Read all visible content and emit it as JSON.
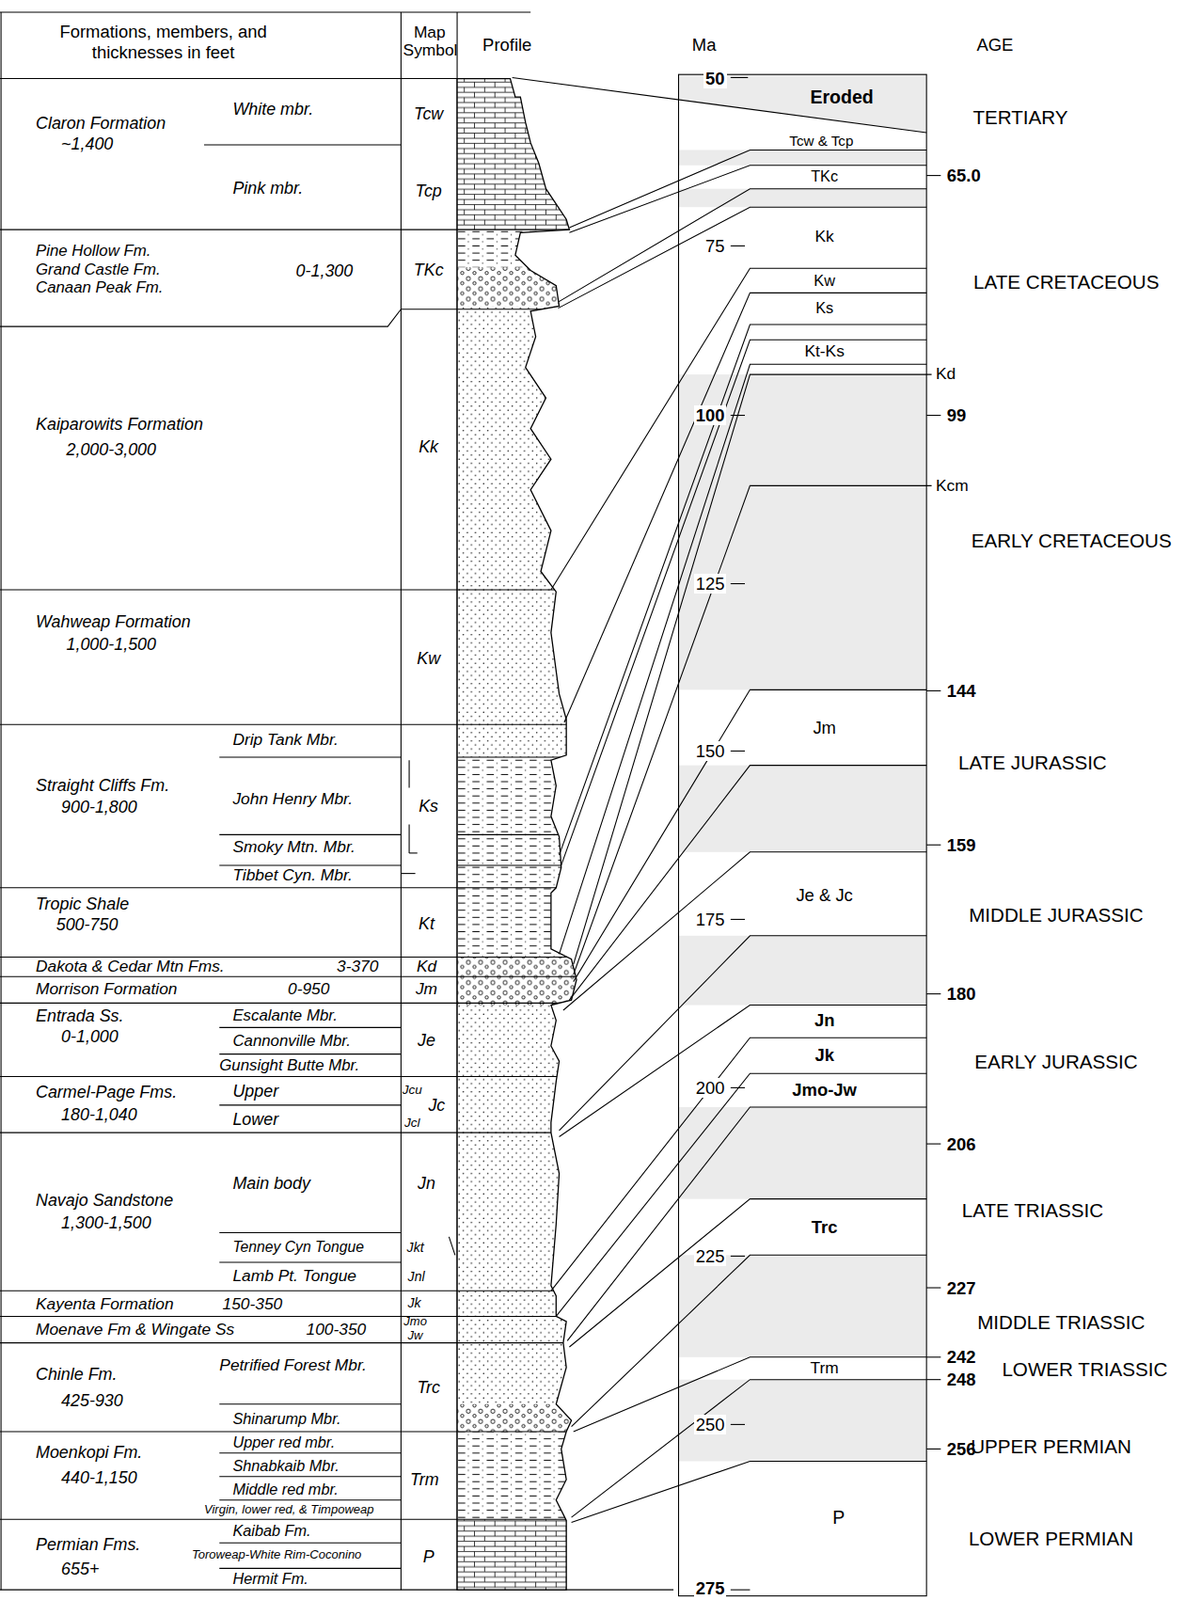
{
  "diagram": {
    "labels": [
      "Formations, members, and thicknesses in feet",
      "Map Symbol",
      "Profile",
      "Ma",
      "AGE",
      "Claron Formation",
      "~1,400",
      "White mbr.",
      "Pink mbr.",
      "Tcw",
      "Tcp",
      "Pine Hollow Fm.",
      "Grand Castle Fm.",
      "Canaan Peak Fm.",
      "0-1,300",
      "TKc",
      "Kaiparowits Formation",
      "2,000-3,000",
      "Kk",
      "Wahweap Formation",
      "1,000-1,500",
      "Kw",
      "Drip Tank Mbr.",
      "Straight Cliffs Fm.",
      "900-1,800",
      "John Henry Mbr.",
      "Smoky Mtn. Mbr.",
      "Tibbet Cyn. Mbr.",
      "Ks",
      "Tropic Shale",
      "500-750",
      "Kt",
      "Dakota & Cedar Mtn Fms.",
      "3-370",
      "Kd",
      "Morrison Formation",
      "0-950",
      "Jm",
      "Entrada Ss.",
      "0-1,000",
      "Escalante Mbr.",
      "Cannonville Mbr.",
      "Gunsight Butte Mbr.",
      "Je",
      "Carmel-Page Fms.",
      "180-1,040",
      "Upper",
      "Lower",
      "Jcu",
      "Jc",
      "Jcl",
      "Main body",
      "Navajo Sandstone",
      "1,300-1,500",
      "Jn",
      "Tenney Cyn Tongue",
      "Jkt",
      "Lamb Pt. Tongue",
      "Jnl",
      "Kayenta Formation",
      "150-350",
      "Jk",
      "Moenave Fm & Wingate Ss",
      "100-350",
      "Jmo",
      "Jw",
      "Chinle Fm.",
      "425-930",
      "Petrified Forest Mbr.",
      "Shinarump Mbr.",
      "Trc",
      "Moenkopi Fm.",
      "440-1,150",
      "Upper red mbr.",
      "Shnabkaib Mbr.",
      "Middle red mbr.",
      "Virgin, lower red, & Timpoweap",
      "Trm",
      "Permian Fms.",
      "655+",
      "Kaibab Fm.",
      "Toroweap-White Rim-Coconino",
      "Hermit Fm.",
      "P",
      "50",
      "75",
      "100",
      "125",
      "150",
      "175",
      "200",
      "225",
      "250",
      "275",
      "65.0",
      "99",
      "144",
      "159",
      "180",
      "206",
      "227",
      "242",
      "248",
      "256",
      "TERTIARY",
      "LATE CRETACEOUS",
      "EARLY CRETACEOUS",
      "LATE JURASSIC",
      "MIDDLE JURASSIC",
      "EARLY JURASSIC",
      "LATE TRIASSIC",
      "MIDDLE TRIASSIC",
      "LOWER TRIASSIC",
      "UPPER PERMIAN",
      "LOWER PERMIAN",
      "Eroded",
      "Tcw & Tcp",
      "TKc",
      "Kk",
      "Kw",
      "Ks",
      "Kt-Ks",
      "Kd",
      "Kcm",
      "Jm",
      "Je & Jc",
      "Jn",
      "Jk",
      "Jmo-Jw",
      "Trc",
      "Trm",
      "P"
    ]
  }
}
